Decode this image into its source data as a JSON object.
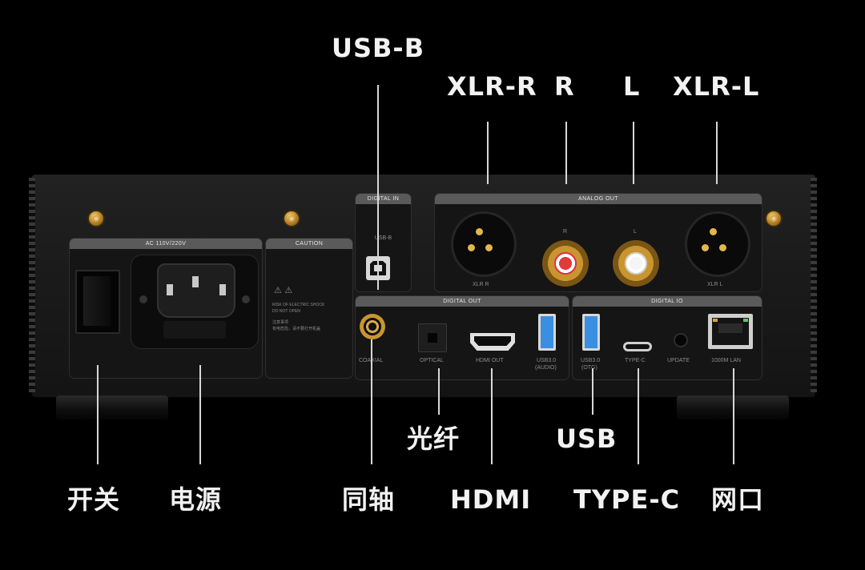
{
  "top_labels": {
    "usb_b": "USB-B",
    "xlr_r": "XLR-R",
    "r": "R",
    "l": "L",
    "xlr_l": "XLR-L"
  },
  "bottom_labels": {
    "switch": "开关",
    "power": "电源",
    "optical": "光纤",
    "coaxial": "同轴",
    "hdmi": "HDMI",
    "usb": "USB",
    "type_c": "TYPE-C",
    "lan": "网口"
  },
  "panel": {
    "ac_section": "AC 110V/220V",
    "caution_section": "CAUTION",
    "caution_text_1": "RISK OF ELECTRIC SHOCK",
    "caution_text_2": "DO NOT OPEN",
    "caution_cn_1": "注意事项",
    "caution_cn_2": "有电危险，请不要打开机盖",
    "digital_in_section": "DIGITAL IN",
    "usb_b_port": "USB-B",
    "analog_out_section": "ANALOG OUT",
    "analog_r": "R",
    "analog_l": "L",
    "xlr_r_port": "XLR R",
    "xlr_l_port": "XLR L",
    "digital_out_section": "DIGITAL OUT",
    "coaxial_port": "COAXIAL",
    "optical_port": "OPTICAL",
    "hdmi_port": "HDMI OUT",
    "usb_audio_port_1": "USB3.0",
    "usb_audio_port_2": "(AUDIO)",
    "digital_io_section": "DIGITAL IO",
    "usb_otg_port_1": "USB3.0",
    "usb_otg_port_2": "(OTG)",
    "type_c_port": "TYPE-C",
    "update_port": "UPDATE",
    "lan_port": "1000M LAN"
  },
  "colors": {
    "background": "#000000",
    "chassis": "#1a1a1a",
    "gold": "#c8952f",
    "usb_blue": "#3a8fe0",
    "label": "#f2f2f2"
  }
}
